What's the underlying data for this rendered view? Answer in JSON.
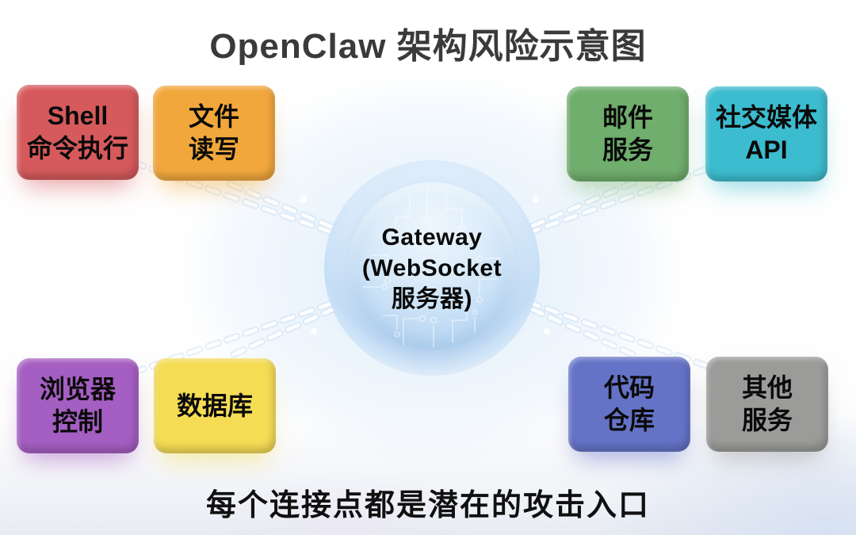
{
  "title": "OpenClaw 架构风险示意图",
  "caption": "每个连接点都是潜在的攻击入口",
  "gateway": {
    "label": "Gateway\n(WebSocket\n服务器)",
    "color": "#bcd9f3"
  },
  "nodes": {
    "shell": {
      "label": "Shell\n命令执行",
      "color": "#d65a5c"
    },
    "file": {
      "label": "文件\n读写",
      "color": "#f2a73c"
    },
    "mail": {
      "label": "邮件\n服务",
      "color": "#6fae6c"
    },
    "social": {
      "label": "社交媒体\nAPI",
      "color": "#3cbccf"
    },
    "browser": {
      "label": "浏览器\n控制",
      "color": "#a55ec2"
    },
    "database": {
      "label": "数据库",
      "color": "#f5dc55"
    },
    "code": {
      "label": "代码\n仓库",
      "color": "#6573c7"
    },
    "other": {
      "label": "其他\n服务",
      "color": "#9b9b99"
    }
  }
}
